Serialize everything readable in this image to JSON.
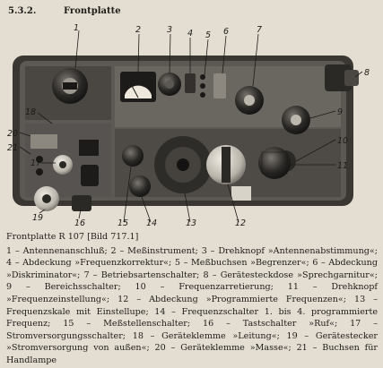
{
  "section": {
    "number": "5.3.2.",
    "title": "Frontplatte"
  },
  "figure": {
    "title": "Frontplatte R 107",
    "reference": "[Bild 717.1]",
    "callouts": [
      "1",
      "2",
      "3",
      "4",
      "5",
      "6",
      "7",
      "8",
      "9",
      "10",
      "11",
      "12",
      "13",
      "14",
      "15",
      "16",
      "17",
      "18",
      "19",
      "20",
      "21"
    ],
    "legend_text": "1 – Antennenanschluß; 2 – Meßinstrument; 3 – Drehknopf »Antennenabstimmung«; 4 – Abdeckung »Frequenzkorrektur«; 5 – Meßbuchsen »Begrenzer«; 6 – Abdeckung »Diskriminator«; 7 – Betriebsartenschalter; 8 – Gerätesteckdose »Sprechgarnitur«; 9 – Bereichsschalter; 10 – Frequenzarretierung; 11 – Drehknopf »Frequenzeinstellung«; 12 – Abdeckung »Programmierte Frequenzen«; 13 – Frequenzskale mit Einstellupe; 14 – Frequenzschalter 1. bis 4. programmierte Frequenz; 15 – Meßstellenschalter; 16 – Tastschalter »Ruf«; 17 – Stromversorgungsschalter; 18 – Geräteklemme »Leitung«; 19 – Gerätestecker »Stromversorgung von außen«; 20 – Geräteklemme »Masse«; 21 – Buchsen für Handlampe"
  }
}
